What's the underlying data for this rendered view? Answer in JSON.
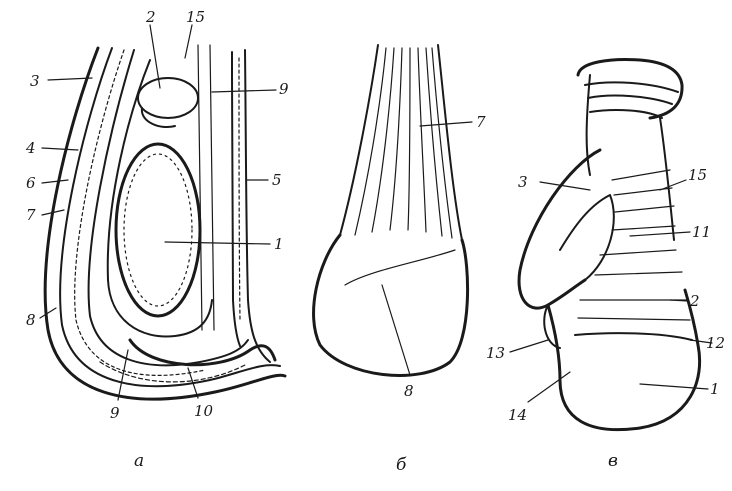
{
  "panels": [
    {
      "caption": "а",
      "labels": [
        "2",
        "15",
        "3",
        "9",
        "4",
        "6",
        "5",
        "7",
        "1",
        "8",
        "9",
        "10"
      ]
    },
    {
      "caption": "б",
      "labels": [
        "7",
        "8"
      ]
    },
    {
      "caption": "в",
      "labels": [
        "3",
        "15",
        "11",
        "2",
        "13",
        "12",
        "14",
        "1"
      ]
    }
  ],
  "colors": {
    "ink": "#1a1a1a",
    "background": "#ffffff"
  }
}
